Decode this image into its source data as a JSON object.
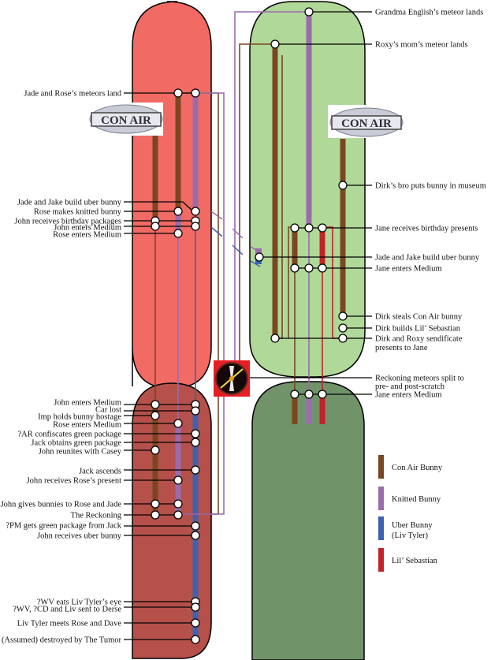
{
  "title": "Bunny timeline diagram",
  "colors": {
    "pre_scratch_alpha": "#f16a64",
    "post_scratch_alpha": "#b5504a",
    "pre_scratch_beta": "#b0d898",
    "post_scratch_beta": "#71936a",
    "con_air_bunny": "#7b4722",
    "knitted_bunny": "#9a6cac",
    "uber_bunny": "#3d62b0",
    "lils_sebastian": "#c0242a",
    "reckoning_bg": "#e61e24"
  },
  "logos": {
    "con_air_left": "CON AIR",
    "con_air_right": "CON AIR"
  },
  "left_labels": [
    "Jade and Rose’s meteors land",
    "Jade and Jake build uber bunny",
    "Rose makes knitted bunny",
    "John receives birthday packages",
    "John enters Medium",
    "Rose enters Medium",
    "John enters Medium",
    "Car lost",
    "Imp holds bunny hostage",
    "Rose enters Medium",
    "?AR confiscates green package",
    "Jack obtains green package",
    "John reunites with Casey",
    "Jack ascends",
    "John receives Rose’s present",
    "John gives bunnies to Rose and Jade",
    "The Reckoning",
    "?PM gets green package from Jack",
    "John receives uber bunny",
    "?WV eats Liv Tyler’s eye",
    "?WV, ?CD and Liv sent to Derse",
    "Liv Tyler meets Rose and Dave",
    "(Assumed) destroyed by The Tumor"
  ],
  "right_labels": [
    "Grandma English’s meteor lands",
    "Roxy’s mom’s meteor lands",
    "Dirk’s bro puts bunny in museum",
    "Jane receives birthday presents",
    "Jade and Jake build uber bunny",
    "Jane enters Medium",
    "Dirk steals Con Air bunny",
    "Dirk builds Lil’ Sebastian",
    "Dirk and Roxy sendificate",
    "presents to Jane",
    "Reckoning meteors split to",
    "pre- and post-scratch",
    "Jane enters Medium"
  ],
  "legend": [
    {
      "label": "Con Air Bunny",
      "color": "#7b4722"
    },
    {
      "label": "Knitted Bunny",
      "color": "#9a6cac"
    },
    {
      "label": "Uber Bunny",
      "label2": "(Liv Tyler)",
      "color": "#3d62b0"
    },
    {
      "label": "Lil’ Sebastian",
      "color": "#c0242a"
    }
  ]
}
